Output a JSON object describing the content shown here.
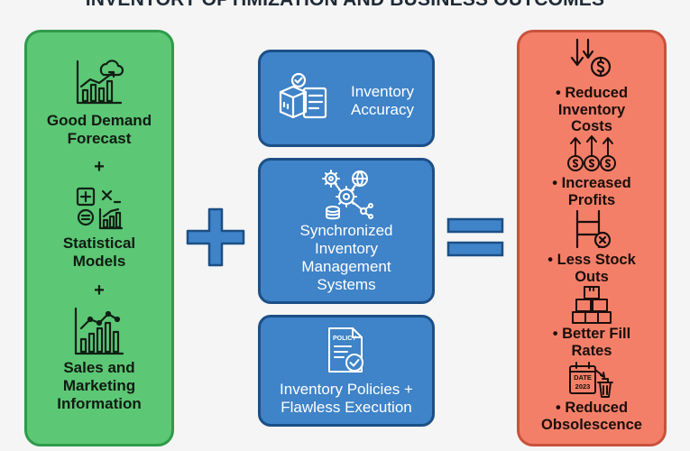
{
  "title": "INVENTORY OPTIMIZATION AND BUSINESS OUTCOMES",
  "colors": {
    "green_fill": "#5cc775",
    "green_border": "#2f9a4a",
    "blue_fill": "#3f83c8",
    "blue_border": "#1c4f86",
    "orange_fill": "#f47f68",
    "orange_border": "#c9523d",
    "operator": "#3f83c8"
  },
  "inputs": {
    "plus_1": "+",
    "plus_2": "+",
    "items": [
      {
        "line1": "Good Demand",
        "line2": "Forecast",
        "icon": "forecast-chart-cloud-icon"
      },
      {
        "line1": "Statistical",
        "line2": "Models",
        "icon": "calculator-chart-icon"
      },
      {
        "line1": "Sales and",
        "line2": "Marketing",
        "line3": "Information",
        "icon": "sales-chart-icon"
      }
    ]
  },
  "center": {
    "boxes": [
      {
        "line1": "Inventory",
        "line2": "Accuracy",
        "icon": "inventory-checklist-icon"
      },
      {
        "line1": "Synchronized",
        "line2": "Inventory",
        "line3": "Management",
        "line4": "Systems",
        "icon": "gears-network-icon"
      },
      {
        "line1": "Inventory Policies +",
        "line2": "Flawless Execution",
        "icon": "policy-document-icon",
        "doc_label": "POLICY"
      }
    ]
  },
  "operators": {
    "plus": "plus-operator-icon",
    "equals": "equals-operator-icon"
  },
  "outcomes": {
    "bullet": "•",
    "items": [
      {
        "line1": "Reduced",
        "line2": "Inventory",
        "line3": "Costs",
        "icon": "cost-down-icon"
      },
      {
        "line1": "Increased",
        "line2": "Profits",
        "icon": "profit-up-icon"
      },
      {
        "line1": "Less Stock",
        "line2": "Outs",
        "icon": "empty-shelf-icon"
      },
      {
        "line1": "Better Fill",
        "line2": "Rates",
        "icon": "boxes-stack-icon"
      },
      {
        "line1": "Reduced",
        "line2": "Obsolescence",
        "icon": "calendar-trash-icon",
        "calendar_label_1": "DATE",
        "calendar_label_2": "2023"
      }
    ]
  }
}
